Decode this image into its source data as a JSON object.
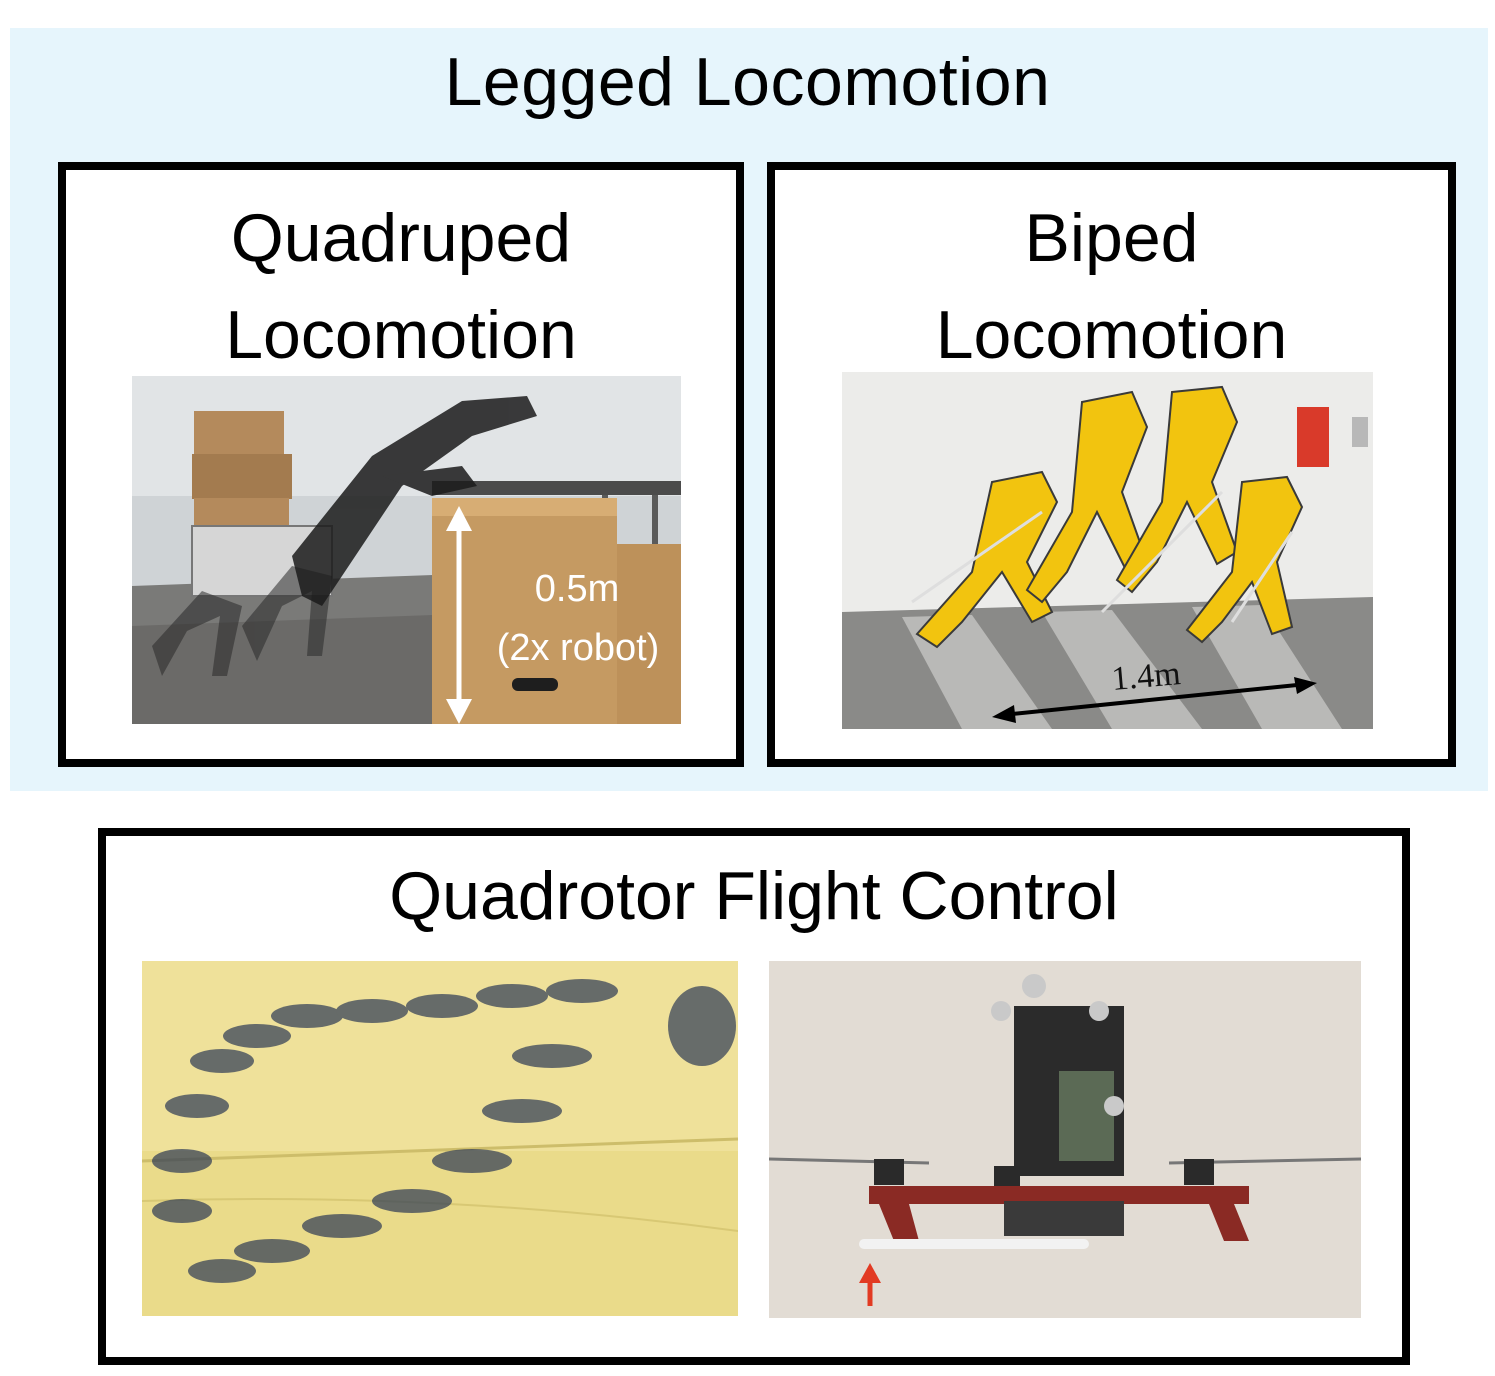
{
  "legged": {
    "title": "Legged Locomotion",
    "quadruped": {
      "title_line1": "Quadruped",
      "title_line2": "Locomotion",
      "height_label": "0.5m",
      "height_note": "(2x robot)"
    },
    "biped": {
      "title_line1": "Biped",
      "title_line2": "Locomotion",
      "distance_label": "1.4m"
    }
  },
  "flight": {
    "title": "Quadrotor Flight Control"
  },
  "colors": {
    "panel_bg": "#e6f5fc",
    "border": "#000000",
    "robot_yellow": "#f2c40f",
    "wall_yellow": "#eadb8a",
    "arrow_red": "#e23a22"
  }
}
